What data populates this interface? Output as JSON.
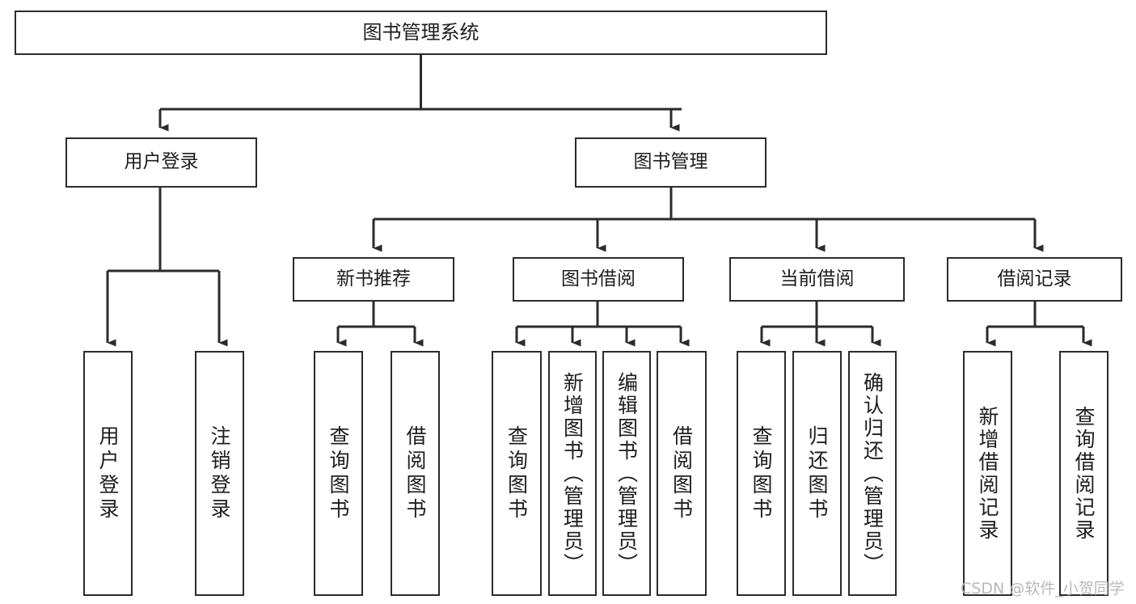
{
  "diagram": {
    "title": "图书管理系统",
    "watermark": "CSDN @软件_小贺同学",
    "nodes": {
      "root": {
        "label": "图书管理系统"
      },
      "level2": [
        {
          "id": "user-login",
          "label": "用户登录"
        },
        {
          "id": "book-management",
          "label": "图书管理"
        }
      ],
      "level3": [
        {
          "id": "new-book-recommend",
          "label": "新书推荐"
        },
        {
          "id": "book-borrow",
          "label": "图书借阅"
        },
        {
          "id": "current-borrow",
          "label": "当前借阅"
        },
        {
          "id": "borrow-record",
          "label": "借阅记录"
        }
      ],
      "leaves": {
        "user-login": [
          {
            "id": "leaf-user-login",
            "label": "用户登录"
          },
          {
            "id": "leaf-logout-login",
            "label": "注销登录"
          }
        ],
        "new-book-recommend": [
          {
            "id": "leaf-query-book-1",
            "label": "查询图书"
          },
          {
            "id": "leaf-borrow-book-1",
            "label": "借阅图书"
          }
        ],
        "book-borrow": [
          {
            "id": "leaf-query-book-2",
            "label": "查询图书"
          },
          {
            "id": "leaf-add-book-admin",
            "label": "新增图书（管理员）"
          },
          {
            "id": "leaf-edit-book-admin",
            "label": "编辑图书（管理员）"
          },
          {
            "id": "leaf-borrow-book-2",
            "label": "借阅图书"
          }
        ],
        "current-borrow": [
          {
            "id": "leaf-query-book-3",
            "label": "查询图书"
          },
          {
            "id": "leaf-return-book",
            "label": "归还图书"
          },
          {
            "id": "leaf-confirm-return-admin",
            "label": "确认归还（管理员）"
          }
        ],
        "borrow-record": [
          {
            "id": "leaf-add-borrow-record",
            "label": "新增借阅记录"
          },
          {
            "id": "leaf-query-borrow-record",
            "label": "查询借阅记录"
          }
        ]
      }
    },
    "colors": {
      "stroke": "#2b2b2b",
      "fill": "#ffffff",
      "text": "#1d1d1d",
      "watermark": "#b9b9b9"
    }
  }
}
